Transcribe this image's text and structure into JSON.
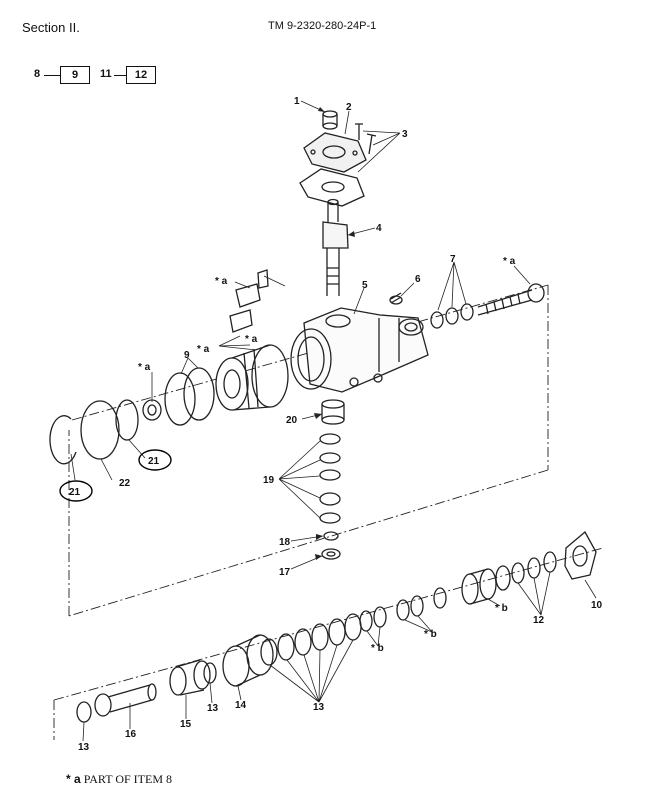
{
  "header": {
    "section": "Section II.",
    "manual": "TM 9-2320-280-24P-1"
  },
  "refs": [
    {
      "from": "8",
      "to": "9"
    },
    {
      "from": "11",
      "to": "12"
    }
  ],
  "callouts": {
    "c1": "1",
    "c2": "2",
    "c3": "3",
    "c4": "4",
    "c5": "5",
    "c6": "6",
    "c7": "7",
    "c9": "9",
    "c10": "10",
    "c12": "12",
    "c13a": "13",
    "c13b": "13",
    "c13c": "13",
    "c14": "14",
    "c15": "15",
    "c16": "16",
    "c17": "17",
    "c18": "18",
    "c19": "19",
    "c20": "20",
    "c21a": "21",
    "c21b": "21",
    "c22": "22"
  },
  "markers": {
    "m1": "* a",
    "m2": "* a",
    "m3": "* a",
    "m4": "* a",
    "m5": "* a",
    "m6": "* b",
    "m7": "* b",
    "m8": "* b"
  },
  "footnote": {
    "symbol": "* a",
    "text": "PART OF ITEM 8"
  }
}
